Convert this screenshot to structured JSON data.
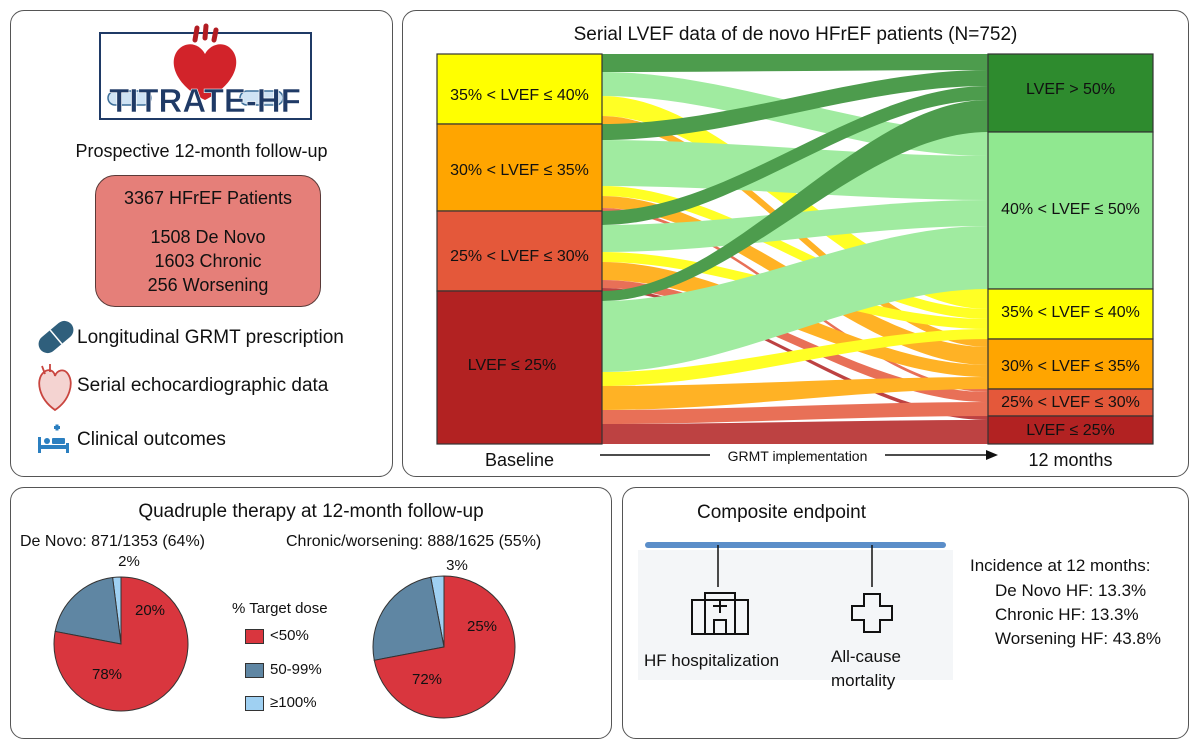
{
  "study": {
    "logo_text": "TITRATE-HF",
    "followup": "Prospective 12-month follow-up",
    "patients": {
      "total": "3367 HFrEF Patients",
      "de_novo": "1508 De Novo",
      "chronic": "1603 Chronic",
      "worsening": "256 Worsening"
    },
    "features": [
      {
        "label": "Longitudinal GRMT prescription",
        "icon": "pill-icon"
      },
      {
        "label": "Serial echocardiographic data",
        "icon": "heart-icon"
      },
      {
        "label": "Clinical outcomes",
        "icon": "hospital-bed-icon"
      }
    ]
  },
  "sankey": {
    "title": "Serial LVEF data of de novo HFrEF patients (N=752)",
    "left_label": "Baseline",
    "middle_label": "GRMT implementation",
    "right_label": "12 months",
    "baseline_nodes": [
      {
        "label": "35% < LVEF ≤ 40%",
        "color": "#ffff00"
      },
      {
        "label": "30% < LVEF ≤ 35%",
        "color": "#ffa500"
      },
      {
        "label": "25% < LVEF ≤ 30%",
        "color": "#e4583a"
      },
      {
        "label": "LVEF ≤ 25%",
        "color": "#b22222"
      }
    ],
    "followup_nodes": [
      {
        "label": "LVEF > 50%",
        "color": "#2e8b2e"
      },
      {
        "label": "40% < LVEF ≤ 50%",
        "color": "#90e890"
      },
      {
        "label": "35% < LVEF ≤ 40%",
        "color": "#ffff00"
      },
      {
        "label": "30% < LVEF ≤ 35%",
        "color": "#ffa500"
      },
      {
        "label": "25% < LVEF ≤ 30%",
        "color": "#e4583a"
      },
      {
        "label": "LVEF ≤ 25%",
        "color": "#b22222"
      }
    ]
  },
  "quadruple": {
    "title": "Quadruple therapy at 12-month follow-up",
    "de_novo_label": "De Novo: 871/1353 (64%)",
    "chronic_label": "Chronic/worsening: 888/1625 (55%)",
    "legend_title": "% Target dose",
    "legend": [
      {
        "label": "<50%",
        "color": "#d9363e"
      },
      {
        "label": "50-99%",
        "color": "#5f86a3"
      },
      {
        "label": "≥100%",
        "color": "#9fd0f2"
      }
    ]
  },
  "chart_data": [
    {
      "type": "pie",
      "title": "De Novo: 871/1353 (64%)",
      "categories": [
        "<50%",
        "50-99%",
        "≥100%"
      ],
      "values": [
        78,
        20,
        2
      ],
      "labels": [
        "78%",
        "20%",
        "2%"
      ],
      "colors": [
        "#d9363e",
        "#5f86a3",
        "#9fd0f2"
      ]
    },
    {
      "type": "pie",
      "title": "Chronic/worsening: 888/1625 (55%)",
      "categories": [
        "<50%",
        "50-99%",
        "≥100%"
      ],
      "values": [
        72,
        25,
        3
      ],
      "labels": [
        "72%",
        "25%",
        "3%"
      ],
      "colors": [
        "#d9363e",
        "#5f86a3",
        "#9fd0f2"
      ]
    }
  ],
  "endpoint": {
    "title": "Composite endpoint",
    "hosp": "HF hospitalization",
    "mort1": "All-cause",
    "mort2": "mortality",
    "incidence_title": "Incidence at 12 months:",
    "rows": [
      "De Novo HF: 13.3%",
      "Chronic HF: 13.3%",
      "Worsening HF: 43.8%"
    ]
  }
}
